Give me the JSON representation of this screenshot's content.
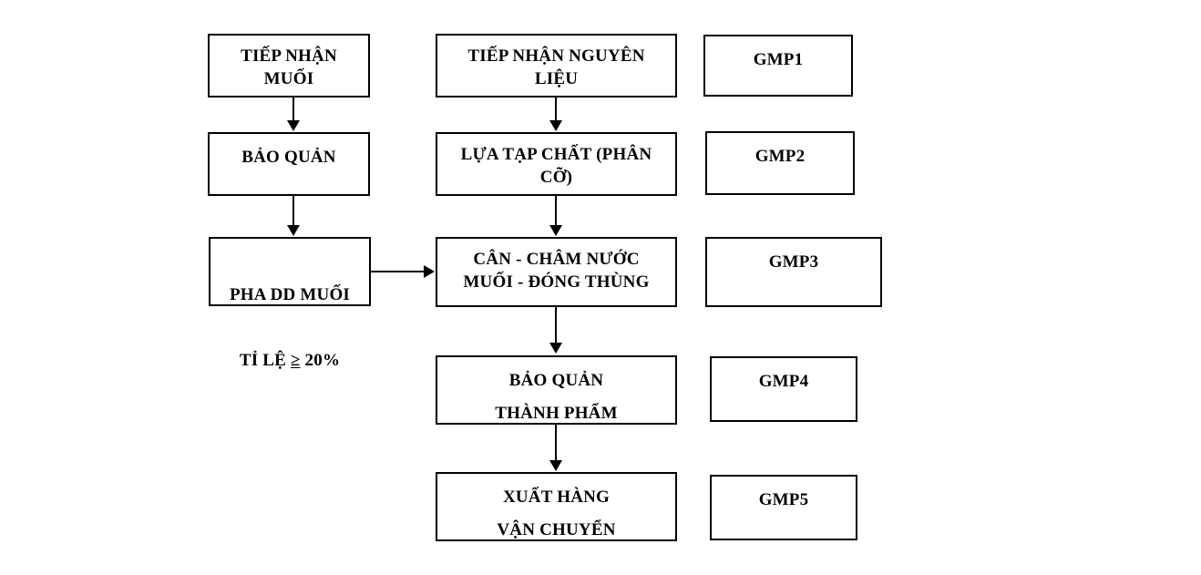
{
  "diagram": {
    "title": "Quy trinh che bien - GMP flowchart",
    "background_color": "#ffffff",
    "line_color": "#000000",
    "text_color": "#000000"
  },
  "nodes": {
    "tiep_nhan_muoi": "TIẾP NHẬN\nMUỐI",
    "bao_quan": "BẢO QUẢN",
    "pha_dd_muoi_line1": "PHA DD MUỐI",
    "pha_dd_muoi_line2_prefix": "TỈ LỆ ",
    "pha_dd_muoi_line2_symbol": "≥",
    "pha_dd_muoi_line2_suffix": " 20%",
    "tiep_nhan_nguyen_lieu": "TIẾP NHẬN NGUYÊN\nLIỆU",
    "lua_tap_chat": "LỰA TẠP CHẤT  (PHÂN\nCỠ)",
    "can_cham_nuoc": "CÂN - CHÂM NƯỚC\nMUỐI - ĐÓNG THÙNG",
    "bao_quan_thanh_pham": "BẢO QUẢN\nTHÀNH PHẨM",
    "xuat_hang": "XUẤT HÀNG\nVẬN CHUYỂN"
  },
  "gmp": {
    "gmp1": "GMP1",
    "gmp2": "GMP2",
    "gmp3": "GMP3",
    "gmp4": "GMP4",
    "gmp5": "GMP5"
  }
}
